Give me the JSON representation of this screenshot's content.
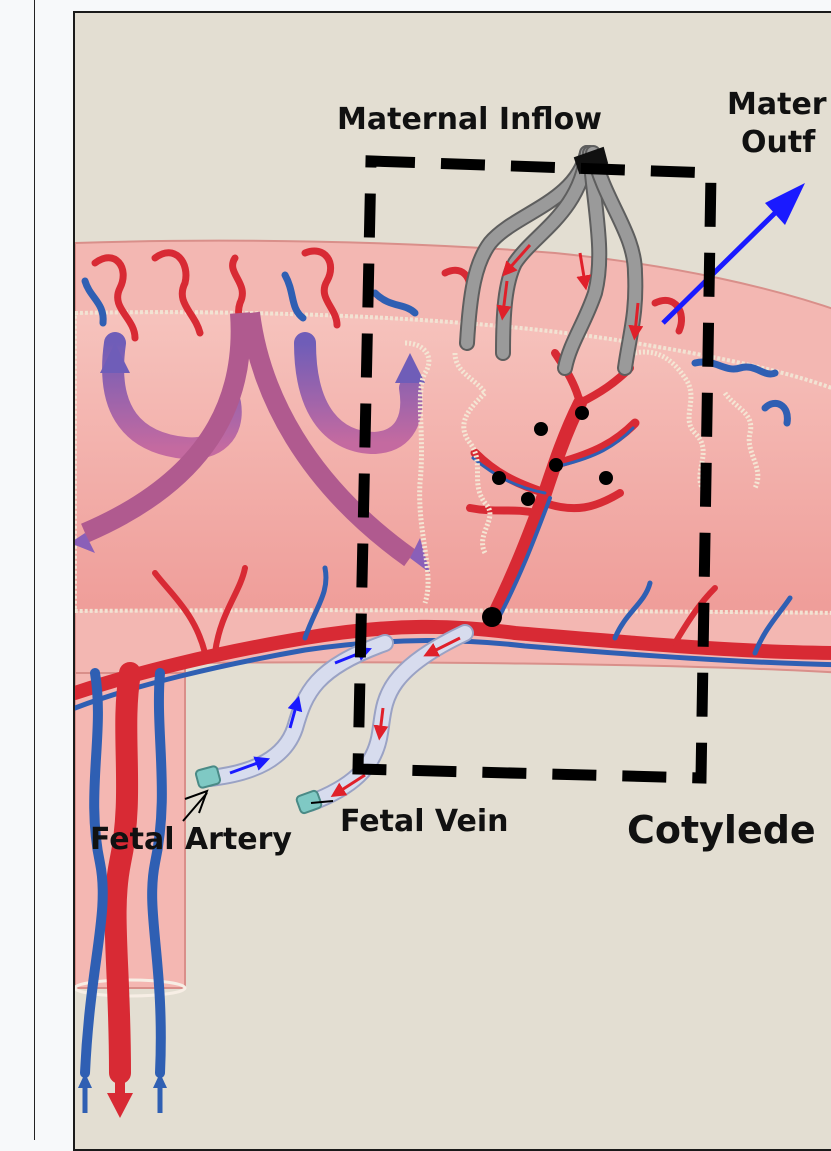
{
  "figure": {
    "labels": {
      "maternal_inflow": "Maternal Inflow",
      "maternal_outflow_line1": "Mater",
      "maternal_outflow_line2": "Outf",
      "fetal_artery": "Fetal Artery",
      "fetal_vein": "Fetal Vein",
      "cotyledon": "Cotylede"
    },
    "colors": {
      "background": "#e3ded2",
      "placenta_fill": "#f4b3b0",
      "artery": "#d82a34",
      "vein": "#2f5fb3",
      "cannula": "#cfd6e6",
      "inflow_tube": "#8e8e8e",
      "outflow_arrow": "#1a1aff",
      "dashed_box": "#000000"
    }
  }
}
